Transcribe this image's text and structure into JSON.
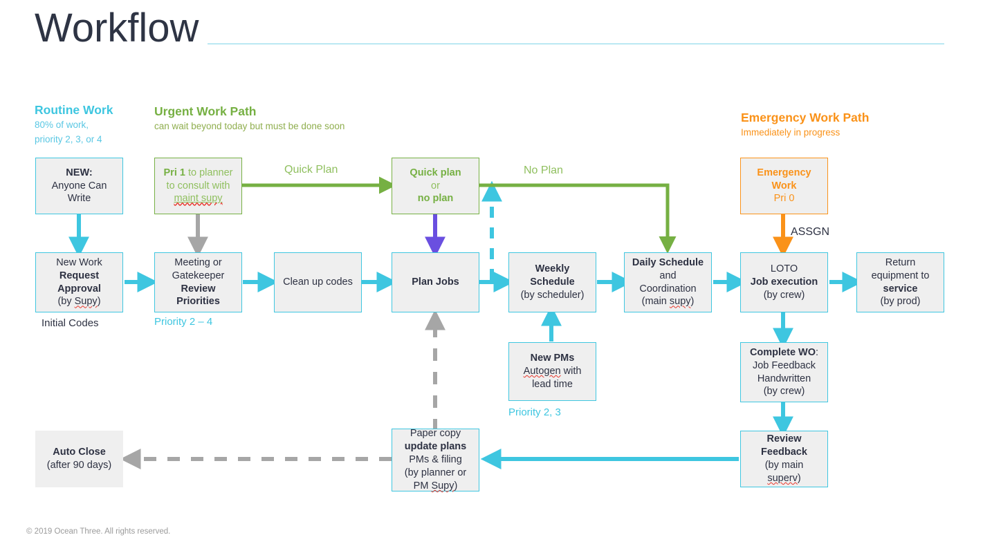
{
  "header": {
    "title": "Workflow",
    "footer": "© 2019 Ocean Three. All rights reserved."
  },
  "colors": {
    "cyan": "#3ec6e0",
    "green": "#76b043",
    "green_light": "#8fbf5e",
    "orange": "#fa9219",
    "purple": "#6a4fe0",
    "gray": "#a6a6a6",
    "box_fill": "#efefef",
    "title": "#2e3444"
  },
  "legends": [
    {
      "key": "routine",
      "title": "Routine Work",
      "sub_lines": [
        "80% of work,",
        "priority 2, 3, or 4"
      ]
    },
    {
      "key": "urgent",
      "title": "Urgent Work Path",
      "sub_lines": [
        "can wait beyond today but must be done soon"
      ]
    },
    {
      "key": "emergency",
      "title": "Emergency Work Path",
      "sub_lines": [
        "Immediately in progress"
      ]
    }
  ],
  "boxes": {
    "new": {
      "lines": [
        {
          "t": "NEW:",
          "b": true
        },
        {
          "t": "Anyone Can"
        },
        {
          "t": "Write"
        }
      ]
    },
    "pri1": {
      "lines": [
        {
          "t": "Pri 1",
          "b": true,
          "after": " to planner"
        },
        {
          "t": "to consult with"
        },
        {
          "t": "maint supy",
          "u": true,
          "sq": true
        }
      ]
    },
    "quick_plan": {
      "lines": [
        {
          "t": "Quick plan",
          "b": true
        },
        {
          "t": "or"
        },
        {
          "t": "no plan",
          "b": true
        }
      ]
    },
    "emergency_work": {
      "lines": [
        {
          "t": "Emergency",
          "b": true
        },
        {
          "t": "Work",
          "b": true
        },
        {
          "t": "Pri 0"
        }
      ]
    },
    "new_work_request": {
      "lines": [
        {
          "t": "New Work"
        },
        {
          "t": "Request",
          "b": true
        },
        {
          "t": "Approval",
          "b": true
        },
        {
          "t": "(by Supy)",
          "sqword": "Supy"
        }
      ]
    },
    "meeting": {
      "lines": [
        {
          "t": "Meeting or"
        },
        {
          "t": "Gatekeeper"
        },
        {
          "t": "Review",
          "b": true
        },
        {
          "t": "Priorities",
          "b": true
        }
      ]
    },
    "clean_up_codes": {
      "lines": [
        {
          "t": "Clean up codes"
        }
      ]
    },
    "plan_jobs": {
      "lines": [
        {
          "t": "Plan Jobs",
          "b": true
        }
      ]
    },
    "weekly_schedule": {
      "lines": [
        {
          "t": "Weekly",
          "b": true
        },
        {
          "t": "Schedule",
          "b": true
        },
        {
          "t": "(by scheduler)"
        }
      ]
    },
    "daily_schedule": {
      "lines": [
        {
          "t": "Daily Schedule",
          "b": true
        },
        {
          "t": "and"
        },
        {
          "t": "Coordination"
        },
        {
          "t": "(main supy)",
          "sqword": "supy"
        }
      ]
    },
    "loto": {
      "lines": [
        {
          "t": "LOTO"
        },
        {
          "t": "Job execution",
          "b": true
        },
        {
          "t": "(by crew)"
        }
      ]
    },
    "return_equipment": {
      "lines": [
        {
          "t": "Return"
        },
        {
          "t": "equipment to"
        },
        {
          "t": "service",
          "b": true
        },
        {
          "t": "(by prod)"
        }
      ]
    },
    "new_pms": {
      "lines": [
        {
          "t": "New PMs",
          "b": true
        },
        {
          "t": "Autogen with",
          "sqword": "Autogen"
        },
        {
          "t": "lead time"
        }
      ]
    },
    "complete_wo": {
      "lines": [
        {
          "t": "Complete WO:",
          "b": true,
          "colonplain": true
        },
        {
          "t": "Job Feedback"
        },
        {
          "t": "Handwritten"
        },
        {
          "t": "(by crew)"
        }
      ]
    },
    "review_feedback": {
      "lines": [
        {
          "t": "Review",
          "b": true
        },
        {
          "t": "Feedback",
          "b": true
        },
        {
          "t": "(by main"
        },
        {
          "t": "superv)",
          "sqword": "superv"
        }
      ]
    },
    "paper_copy": {
      "lines": [
        {
          "t": "Paper copy"
        },
        {
          "t": "update plans",
          "b": true
        },
        {
          "t": "PMs & filing"
        },
        {
          "t": "(by planner or"
        },
        {
          "t": "PM Supy)",
          "sqword": "Supy"
        }
      ]
    },
    "auto_close": {
      "lines": [
        {
          "t": "Auto Close",
          "b": true
        },
        {
          "t": "(after 90 days)"
        }
      ]
    }
  },
  "captions": {
    "initial_codes": "Initial Codes",
    "priority_2_4": "Priority 2 – 4",
    "priority_2_3": "Priority 2, 3"
  },
  "path_labels": {
    "quick_plan": "Quick Plan",
    "no_plan": "No Plan",
    "assgn": "ASSGN"
  }
}
